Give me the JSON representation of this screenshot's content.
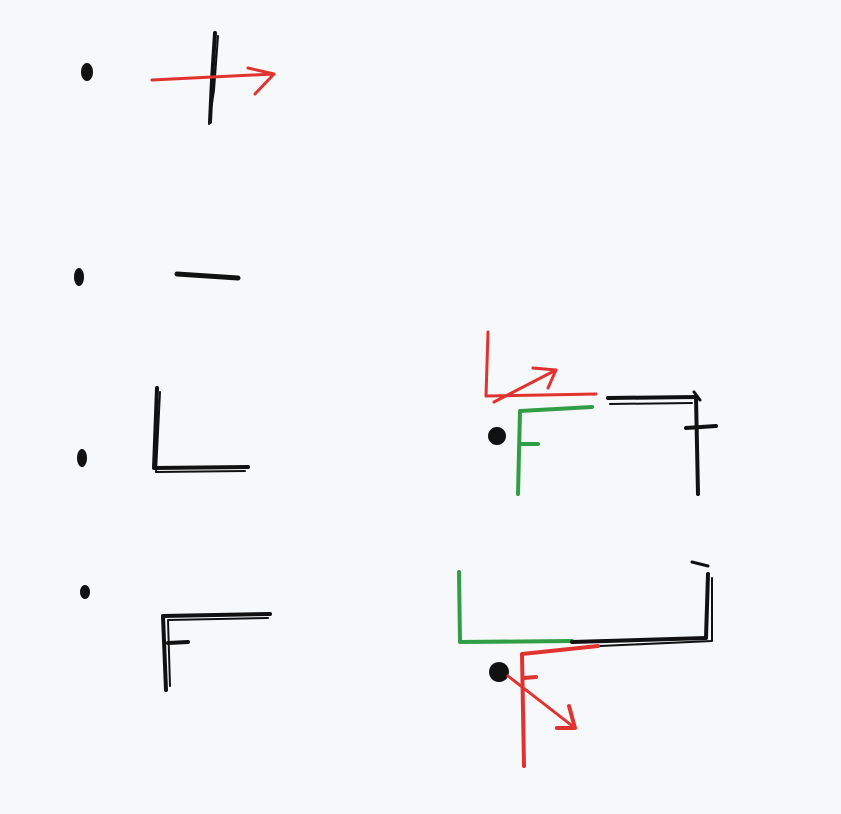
{
  "canvas": {
    "background": "#f7f8f9"
  },
  "colors": {
    "ink": "#111111",
    "red": "#e0332f",
    "green": "#2f9e44"
  },
  "sketches": [
    {
      "name": "sketch-row-1",
      "marks": [
        "dot",
        "vertical-stroke",
        "red-arrow"
      ]
    },
    {
      "name": "sketch-row-2",
      "marks": [
        "dot",
        "horizontal-dash"
      ]
    },
    {
      "name": "sketch-row-3-left",
      "marks": [
        "dot",
        "l-shape"
      ]
    },
    {
      "name": "sketch-row-3-right",
      "marks": [
        "red-l-arrow",
        "dot",
        "green-f-shape",
        "black-hook-with-cross"
      ]
    },
    {
      "name": "sketch-row-4-left",
      "marks": [
        "dot",
        "f-shape"
      ]
    },
    {
      "name": "sketch-row-4-right",
      "marks": [
        "green-l-shape",
        "black-connector",
        "dot",
        "red-f-arrow"
      ]
    }
  ]
}
